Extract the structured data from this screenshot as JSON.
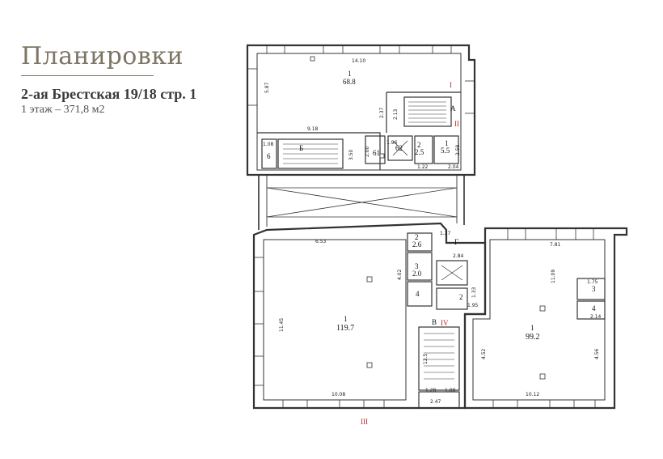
{
  "header": {
    "title": "Планировки",
    "address": "2-ая Брестская 19/18 стр. 1",
    "floor_info": "1 этаж – 371,8 м2"
  },
  "plan": {
    "upper": {
      "room1_num": "1",
      "room1_area": "68.8",
      "dim_top": "14.10",
      "dim_left": "5.87",
      "dim_918": "9.18",
      "dim_237": "2.37",
      "dim_213": "2.13",
      "letter_a": "А",
      "letter_b": "Б",
      "room6": "6",
      "dim_108": "1.08",
      "dim_350": "3.50",
      "dim_200": "2.00",
      "room61": "61",
      "dim_196": "1.96",
      "room62": "62",
      "room2_num": "2",
      "room2_area": "2.5",
      "room1b_num": "1",
      "room1b_area": "5.5",
      "dim_258": "2.58",
      "dim_122": "1.22",
      "dim_204": "2.04"
    },
    "lower": {
      "dim_653": "6.53",
      "dim_1145": "11.45",
      "roomL_num": "1",
      "roomL_area": "119.7",
      "dim_1008": "10.08",
      "dim_127": "1.27",
      "dim_284": "2.84",
      "letter_g": "Г",
      "small2_num": "2",
      "small2_area": "2.6",
      "small3_num": "3",
      "small3_area": "2.0",
      "dim_402": "4.02",
      "small4": "4",
      "dim_133": "1.33",
      "small2b": "2",
      "dim_195": "1.95",
      "letter_v": "В",
      "dim_125": "12.5",
      "dim_128": "1.28",
      "dim_108b": "1.08",
      "dim_247": "2.47",
      "dim_452": "4.52",
      "dim_781": "7.81",
      "dim_1109": "11.09",
      "roomR_num": "1",
      "roomR_area": "99.2",
      "dim_1012": "10.12",
      "dim_456": "4.56",
      "dim_175": "1.75",
      "r3": "3",
      "r4": "4",
      "dim_214": "2.14"
    },
    "markers": {
      "m1": "I",
      "m2": "II",
      "m3": "III",
      "m4": "IV"
    }
  }
}
